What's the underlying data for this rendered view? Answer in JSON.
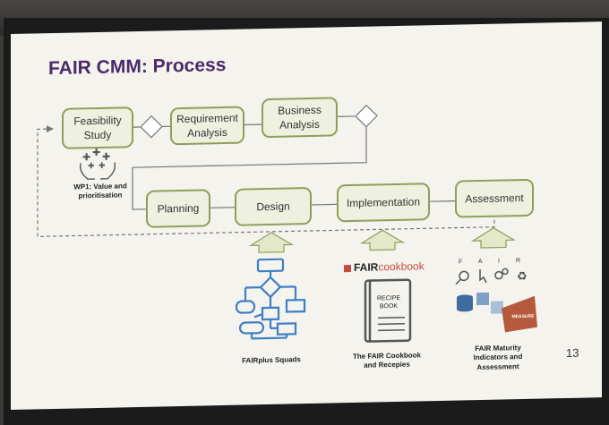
{
  "slide": {
    "title": "FAIR CMM: Process",
    "page_number": "13"
  },
  "process_top": {
    "feasibility": "Feasibility Study",
    "requirement": "Requirement Analysis",
    "business": "Business Analysis"
  },
  "process_bottom": {
    "planning": "Planning",
    "design": "Design",
    "implementation": "Implementation",
    "assessment": "Assessment"
  },
  "wp1_label": "WP1: Value and prioritisation",
  "resources": {
    "squads": "FAIRplus Squads",
    "cookbook_logo_fair": "FAIR",
    "cookbook_logo_word": "cookbook",
    "recipe_book": "RECIPE BOOK",
    "cookbook": "The FAIR Cookbook and Recepies",
    "maturity": "FAIR Maturity Indicators and Assessment",
    "fair_letters": "F A I R",
    "measure": "MEASURE"
  },
  "colors": {
    "title": "#4b2a6b",
    "box_border": "#8da05a",
    "box_fill": "#eef0e0",
    "icon_blue": "#3f7fc4",
    "arrow_fill": "#e3e8c8"
  }
}
